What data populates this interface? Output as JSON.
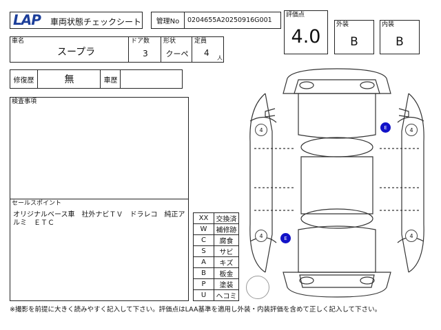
{
  "header": {
    "logo": "LAP",
    "sheet_title": "車両状態チェックシート",
    "kanri_label": "管理No",
    "kanri_value": "0204655A20250916G001"
  },
  "score": {
    "label": "評価点",
    "value": "4.0",
    "exterior_label": "外装",
    "exterior_value": "B",
    "interior_label": "内装",
    "interior_value": "B"
  },
  "vehicle": {
    "name_label": "車名",
    "name_value": "スープラ",
    "doors_label": "ドア数",
    "doors_value": "3",
    "body_label": "形状",
    "body_value": "クーペ",
    "capacity_label": "定員",
    "capacity_value": "4",
    "capacity_unit": "人"
  },
  "history": {
    "repair_label": "修復歴",
    "repair_value": "無",
    "car_history_label": "車歴",
    "car_history_value": ""
  },
  "inspection": {
    "label": "検査事項",
    "text": ""
  },
  "sales_points": {
    "label": "セールスポイント",
    "text": "オリジナルベース車　社外ナビＴＶ　ドラレコ　純正アルミ　ＥＴＣ"
  },
  "legend": [
    {
      "code": "XX",
      "meaning": "交換済"
    },
    {
      "code": "W",
      "meaning": "補修跡"
    },
    {
      "code": "C",
      "meaning": "腐食"
    },
    {
      "code": "S",
      "meaning": "サビ"
    },
    {
      "code": "A",
      "meaning": "キズ"
    },
    {
      "code": "B",
      "meaning": "板金"
    },
    {
      "code": "P",
      "meaning": "塗装"
    },
    {
      "code": "U",
      "meaning": "ヘコミ"
    }
  ],
  "diagram": {
    "tires": [
      "4",
      "4",
      "4",
      "4"
    ],
    "marks": [
      "E",
      "E"
    ]
  },
  "footer": {
    "note": "※撮影を前提に大きく読みやすく記入して下さい。評価点はLAA基準を適用し外装・内装評価を含めて正しく記入して下さい。"
  }
}
